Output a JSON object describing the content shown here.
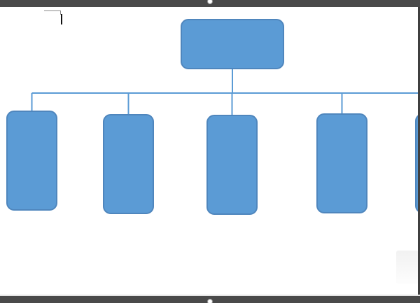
{
  "app": {
    "document_type": "word-processor-page",
    "content": "smartart-organization-chart"
  },
  "org_chart": {
    "layout": "hierarchy",
    "root": {
      "label": ""
    },
    "children": [
      {
        "label": ""
      },
      {
        "label": ""
      },
      {
        "label": ""
      },
      {
        "label": ""
      },
      {
        "label": ""
      }
    ],
    "colors": {
      "shape_fill": "#5b9bd5",
      "shape_border": "#4f86bd",
      "connector": "#5b9bd5",
      "page": "#ffffff",
      "frame": "#4a4a4a"
    }
  },
  "icons": {
    "text_cursor": "text-caret-icon",
    "margin_marker": "page-margin-corner-icon",
    "resize_handle": "resize-handle-icon"
  }
}
